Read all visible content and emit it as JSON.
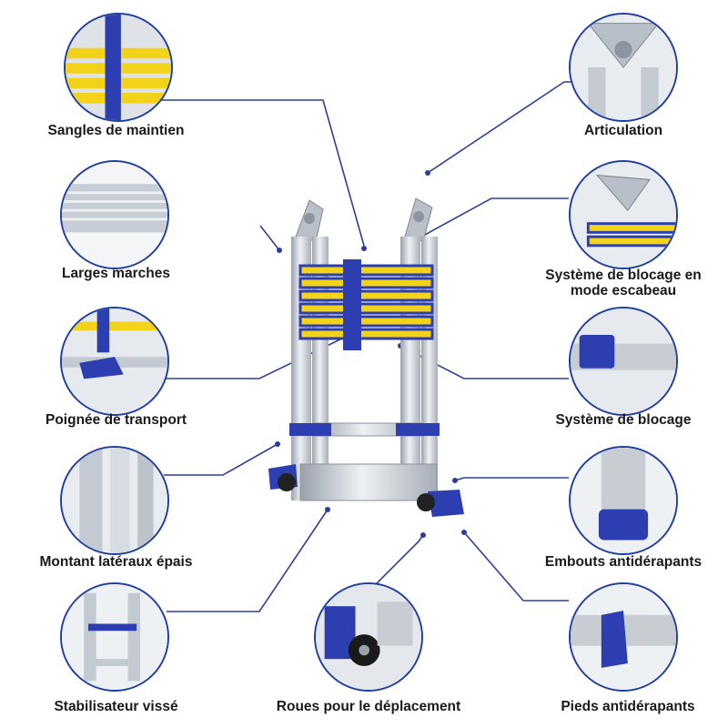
{
  "features": {
    "sangles": "Sangles de maintien",
    "articulation": "Articulation",
    "marches": "Larges marches",
    "blocage_escabeau_1": "Système de blocage en",
    "blocage_escabeau_2": "mode escabeau",
    "poignee": "Poignée de transport",
    "blocage": "Système de blocage",
    "montant": "Montant latéraux épais",
    "embouts": "Embouts antidérapants",
    "stabilisateur": "Stabilisateur vissé",
    "roues": "Roues pour le déplacement",
    "pieds": "Pieds antidérapants"
  },
  "colors": {
    "accent_blue": "#1f3fa0",
    "ladder_blue": "#2d3fb0",
    "aluminium": "#c8cdd4",
    "label_yellow": "#f3d21a"
  }
}
